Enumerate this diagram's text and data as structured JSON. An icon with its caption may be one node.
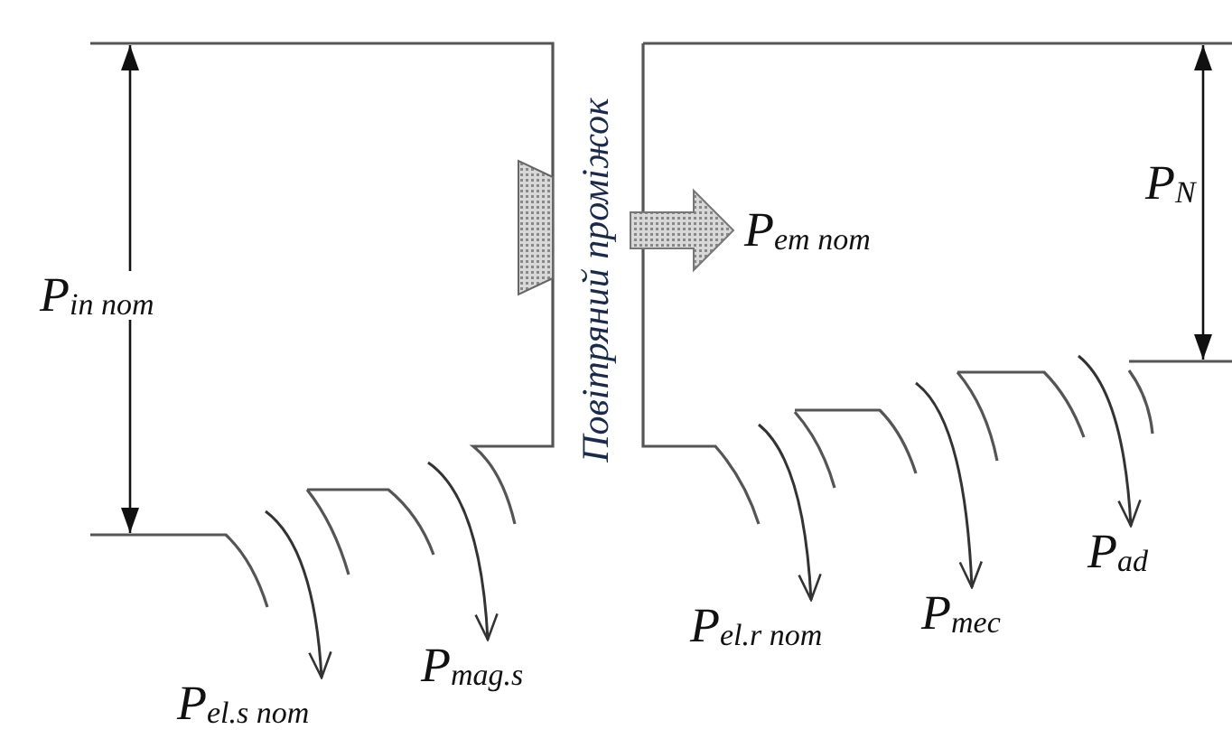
{
  "diagram": {
    "nodes": [
      {
        "text": [
          "P$_{em nom}$"
        ]
      },
      {
        "text": [
          "P$_{el.s nom}$"
        ]
      },
      {
        "text": [
          "P$_{mag.s}$"
        ]
      },
      {
        "text": [
          "P$_{el.r nom}$"
        ]
      },
      {
        "text": [
          "P$_{mec}$"
        ]
      },
      {
        "text": [
          "P$_{ad}$"
        ]
      }
    ],
    "edges": [
      {
        "from": null,
        "to": 0,
        "arrow": "to",
        "style": "thick"
      },
      {
        "from": null,
        "to": 1,
        "arrow": "to"
      },
      {
        "from": null,
        "to": 2,
        "arrow": "to"
      },
      {
        "from": null,
        "to": 3,
        "arrow": "to"
      },
      {
        "from": null,
        "to": 4,
        "arrow": "to"
      },
      {
        "from": null,
        "to": 5,
        "arrow": "to"
      }
    ],
    "labels": [
      "Повітряний проміжок",
      "P$_{in nom}$",
      "P$_{N}$"
    ]
  }
}
